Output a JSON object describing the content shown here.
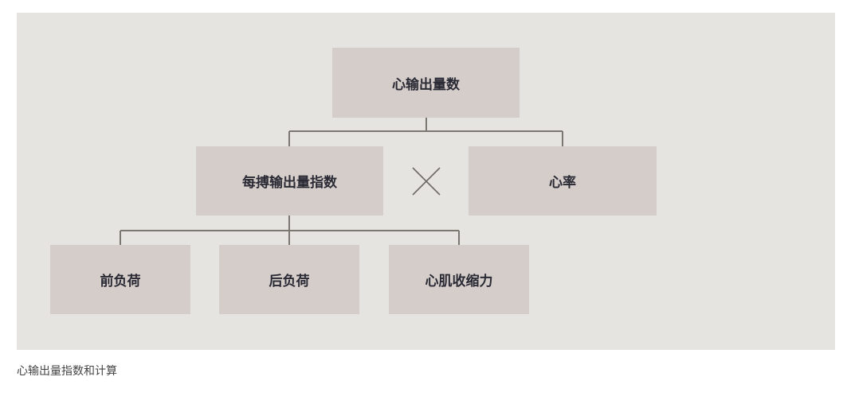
{
  "nodes": {
    "root": "心输出量数",
    "stroke_index": "每搏输出量指数",
    "heart_rate": "心率",
    "preload": "前负荷",
    "afterload": "后负荷",
    "contractility": "心肌收缩力"
  },
  "operator": "×",
  "caption": "心输出量指数和计算",
  "colors": {
    "panel": "#e6e4e0",
    "box": "#d5cdca",
    "line": "#7a7670"
  }
}
